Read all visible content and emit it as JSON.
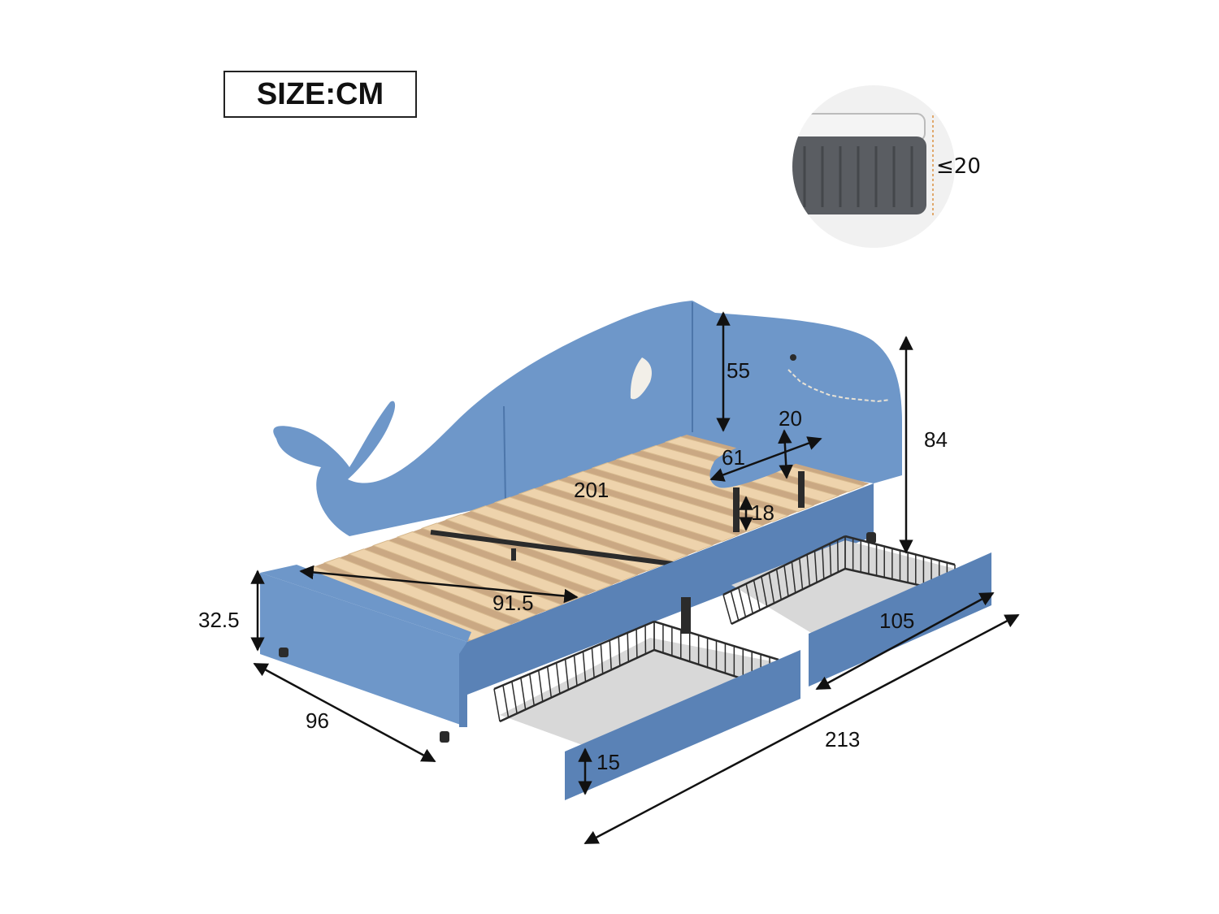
{
  "unit_label": "SIZE:CM",
  "mattress": {
    "thickness_label": "≤20"
  },
  "dimensions": {
    "headboard_height": "55",
    "guardrail_height": "20",
    "guardrail_length": "61",
    "bed_length": "201",
    "guardrail_clearance": "18",
    "total_height": "84",
    "bed_width": "91.5",
    "frame_height": "32.5",
    "total_width": "96",
    "drawer_length": "105",
    "total_length": "213",
    "drawer_height": "15"
  },
  "colors": {
    "upholstery": "#6e97c9",
    "upholstery_dark": "#5a82b6",
    "slat": "#eed3ac",
    "slat_edge": "#d7b98e",
    "frame_dark": "#2b2b2b",
    "mattress_gray": "#5a5d62",
    "drawer_floor": "#d8d8d8"
  }
}
